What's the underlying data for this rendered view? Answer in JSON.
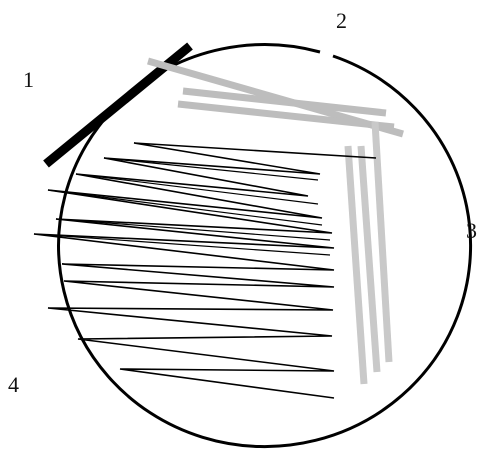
{
  "labels": {
    "region_1": "1",
    "region_2": "2",
    "region_3": "3",
    "region_4": "4"
  },
  "colors": {
    "background": "#ffffff",
    "plate_outline": "#000000",
    "streak_1": "#000000",
    "streak_2": "#bdbdbd",
    "streak_3": "#c9c9c9",
    "streak_4": "#000000"
  }
}
